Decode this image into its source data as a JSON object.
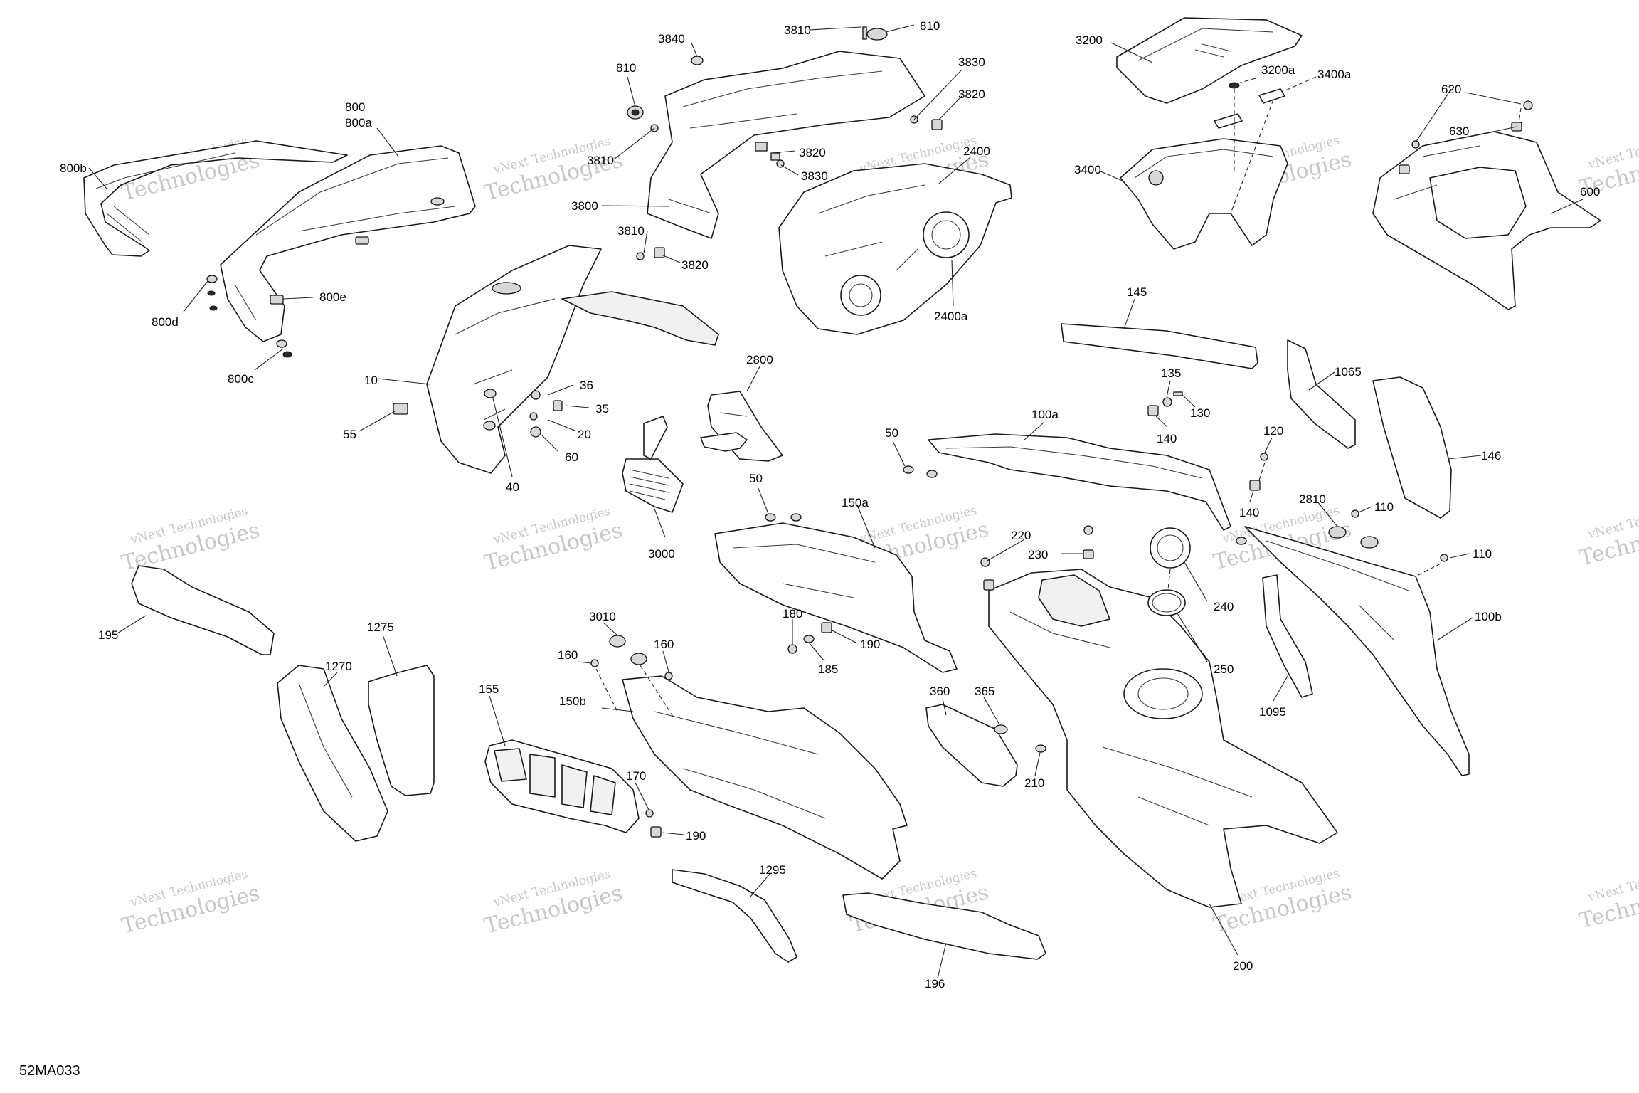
{
  "watermark": {
    "line1": "vNext Technologies",
    "line2": "Technologies"
  },
  "diagram_code": "52MA033",
  "callouts": {
    "c800": "800",
    "c800a": "800a",
    "c800b": "800b",
    "c800d": "800d",
    "c800e": "800e",
    "c800c": "800c",
    "c3840": "3840",
    "c810a": "810",
    "c3810a": "3810",
    "c810b": "810",
    "c3830a": "3830",
    "c3820a": "3820",
    "c3810b": "3810",
    "c3820b": "3820",
    "c3830b": "3830",
    "c3800": "3800",
    "c3810c": "3810",
    "c3820c": "3820",
    "c2400": "2400",
    "c2400a": "2400a",
    "c3200": "3200",
    "c3200a": "3200a",
    "c3400a": "3400a",
    "c3400": "3400",
    "c620": "620",
    "c630": "630",
    "c600": "600",
    "c10": "10",
    "c55": "55",
    "c36": "36",
    "c35": "35",
    "c20": "20",
    "c60": "60",
    "c40": "40",
    "c2800": "2800",
    "c3000": "3000",
    "c145": "145",
    "c135": "135",
    "c130": "130",
    "c140a": "140",
    "c1065": "1065",
    "c146": "146",
    "c100a": "100a",
    "c50a": "50",
    "c50b": "50",
    "c120": "120",
    "c140b": "140",
    "c2810": "2810",
    "c110a": "110",
    "c110b": "110",
    "c100b": "100b",
    "c150a": "150a",
    "c180": "180",
    "c190a": "190",
    "c185": "185",
    "c220": "220",
    "c230": "230",
    "c240": "240",
    "c250": "250",
    "c195": "195",
    "c1275": "1275",
    "c1270": "1270",
    "c3010": "3010",
    "c160a": "160",
    "c160b": "160",
    "c150b": "150b",
    "c155": "155",
    "c170": "170",
    "c190b": "190",
    "c360": "360",
    "c365": "365",
    "c210": "210",
    "c1095": "1095",
    "c1295": "1295",
    "c196": "196",
    "c200": "200"
  }
}
